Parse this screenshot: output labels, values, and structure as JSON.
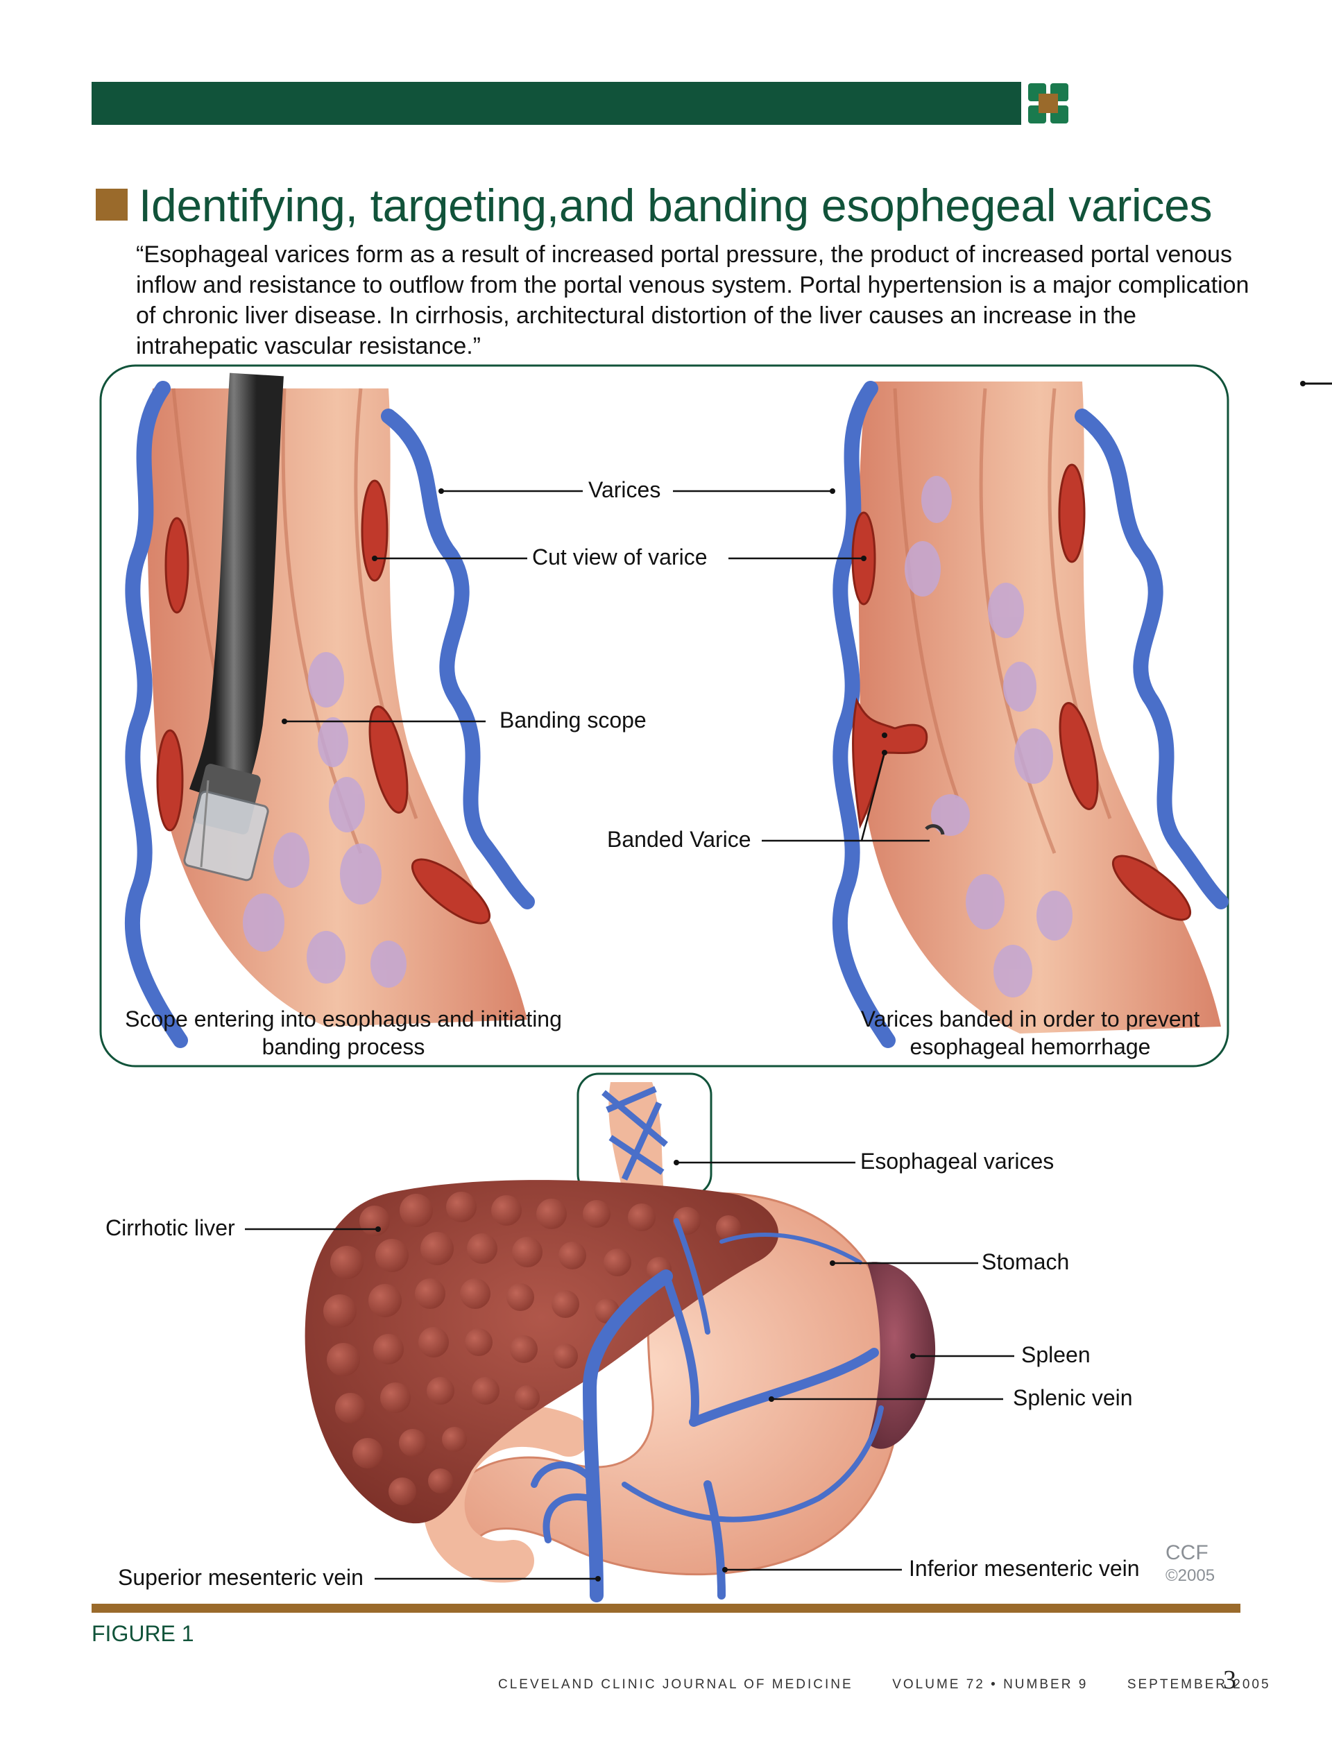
{
  "header": {
    "title": "Identifying, targeting,and banding esophegeal varices"
  },
  "quote": "“Esophageal varices form as a result of increased portal pressure, the product of increased portal venous inflow and resistance to outflow from the portal venous system. Portal hypertension is a major complication of chronic liver disease. In cirrhosis, architectural distortion of the liver causes an increase in the intrahepatic vascular resistance.”",
  "labels": {
    "varices": "Varices",
    "cut_view": "Cut view of varice",
    "banding_scope": "Banding scope",
    "banded_varice": "Banded Varice",
    "caption_left_1": "Scope entering into esophagus and initiating",
    "caption_left_2": "banding process",
    "caption_right_1": "Varices banded in order to prevent",
    "caption_right_2": "esophageal hemorrhage",
    "esophageal_varices": "Esophageal varices",
    "cirrhotic_liver": "Cirrhotic liver",
    "stomach": "Stomach",
    "spleen": "Spleen",
    "splenic_vein": "Splenic vein",
    "superior_mesenteric_vein": "Superior mesenteric vein",
    "inferior_mesenteric_vein": "Inferior mesenteric vein"
  },
  "credit": {
    "org": "CCF",
    "year": "©2005"
  },
  "figure_label": "FIGURE 1",
  "footer": {
    "journal": "CLEVELAND CLINIC JOURNAL OF MEDICINE",
    "volume": "VOLUME 72 • NUMBER 9",
    "date": "SEPTEMBER  2005",
    "page": "3"
  },
  "colors": {
    "brand_green": "#11533a",
    "accent_brown": "#9a6a2b",
    "vein_blue": "#4a6fc9",
    "tissue": "#e9a888",
    "blood": "#c0392b",
    "liver": "#8c3e33",
    "spleen": "#7a3b4a"
  }
}
